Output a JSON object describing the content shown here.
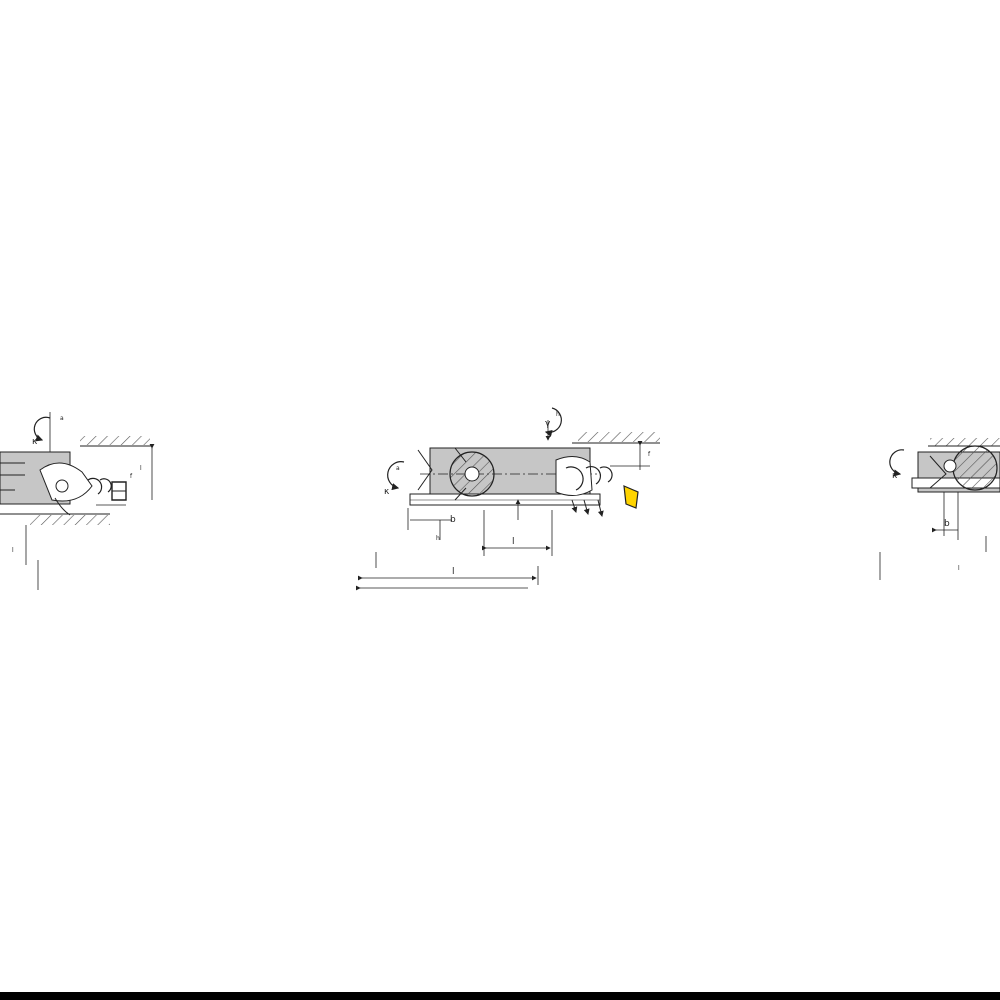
{
  "colors": {
    "background": "#ffffff",
    "line": "#222222",
    "body_fill": "#c6c6c6",
    "insert_fill": "#ffd400",
    "hatch": "#555555",
    "bottom_bar": "#000000"
  },
  "left_view": {
    "labels": {
      "kappa": "κ",
      "a": "a",
      "l": "l",
      "f": "f",
      "lower": "l"
    }
  },
  "center_view": {
    "labels": {
      "gamma_top": "γ",
      "h": "h",
      "kappa": "κ",
      "a": "a",
      "h_lower": "h",
      "b": "b",
      "l2": "l",
      "l1": "l",
      "f": "f"
    }
  },
  "right_view": {
    "labels": {
      "kappa": "κ",
      "b": "b",
      "l": "l"
    }
  },
  "icons": {
    "insert": "cutting-insert-icon"
  }
}
